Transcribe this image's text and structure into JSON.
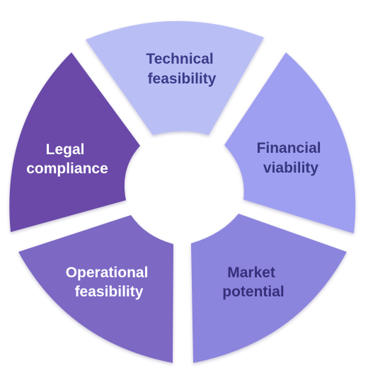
{
  "diagram": {
    "segments": [
      {
        "id": "technical",
        "lines": [
          "Technical",
          "feasibility"
        ],
        "color": "#b9bff5",
        "text_color": "#3d3a8a"
      },
      {
        "id": "financial",
        "lines": [
          "Financial",
          "viability"
        ],
        "color": "#9e9ff0",
        "text_color": "#38367f"
      },
      {
        "id": "market",
        "lines": [
          "Market",
          "potential"
        ],
        "color": "#8c85dd",
        "text_color": "#35307a"
      },
      {
        "id": "operational",
        "lines": [
          "Operational",
          "feasibility"
        ],
        "color": "#7d68c4",
        "text_color": "#ffffff"
      },
      {
        "id": "legal",
        "lines": [
          "Legal",
          "compliance"
        ],
        "color": "#6a4aa8",
        "text_color": "#ffffff"
      }
    ]
  }
}
